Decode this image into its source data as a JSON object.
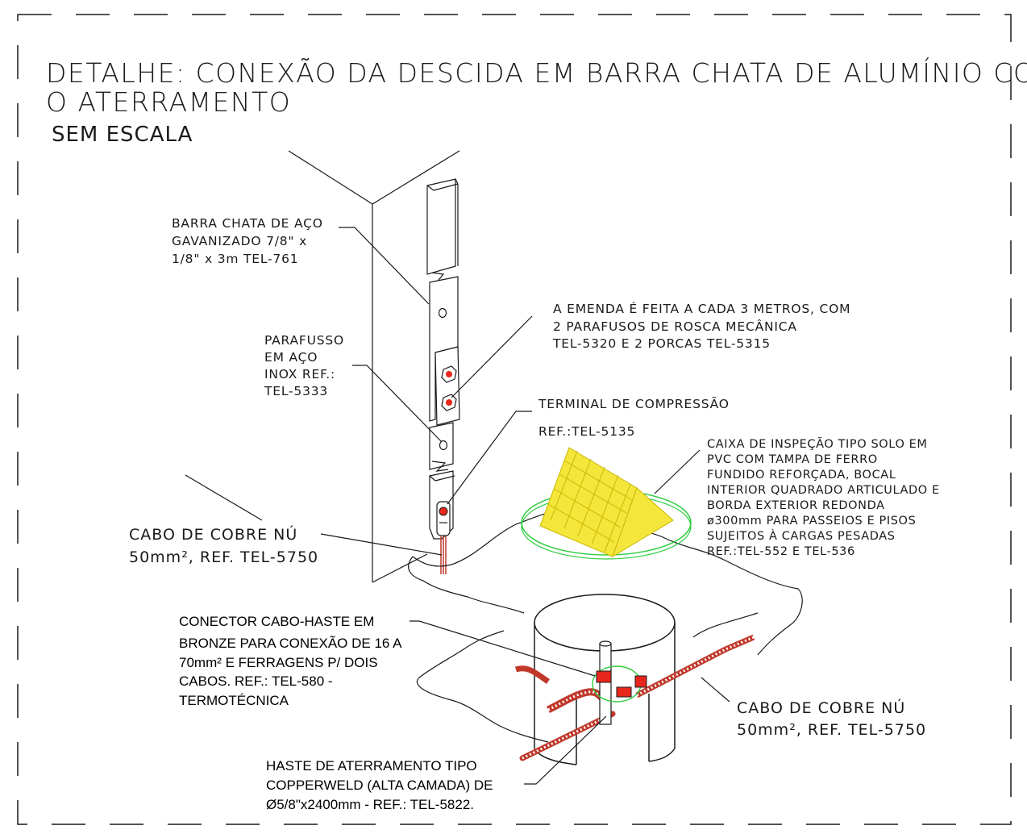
{
  "title": {
    "line1": "DETALHE: CONEXÃO DA DESCIDA EM BARRA CHATA DE ALUMÍNIO COM",
    "line2": "O ATERRAMENTO",
    "scale": "SEM ESCALA"
  },
  "labels": {
    "barra": [
      "BARRA CHATA DE AÇO",
      "GAVANIZADO 7/8\" x",
      "1/8\" x 3m TEL-761"
    ],
    "emenda": [
      "A EMENDA É FEITA A CADA 3 METROS, COM",
      "2 PARAFUSOS DE ROSCA MECÂNICA",
      "TEL-5320 E 2 PORCAS TEL-5315"
    ],
    "parafuso": [
      "PARAFUSSO",
      "EM AÇO",
      "INOX REF.:",
      "TEL-5333"
    ],
    "terminal": [
      "TERMINAL DE COMPRESSÃO",
      "REF.:TEL-5135"
    ],
    "caixa": [
      "CAIXA DE INSPEÇÃO TIPO SOLO EM",
      "PVC COM TAMPA DE FERRO",
      "FUNDIDO REFORÇADA, BOCAL",
      "INTERIOR QUADRADO ARTICULADO E",
      "BORDA EXTERIOR REDONDA",
      "ø300mm PARA PASSEIOS E PISOS",
      "SUJEITOS À CARGAS PESADAS",
      "REF.:TEL-552 E TEL-536"
    ],
    "cabo1": [
      "CABO DE COBRE NÚ",
      "50mm², REF. TEL-5750"
    ],
    "conector": [
      "CONECTOR CABO-HASTE EM",
      "BRONZE PARA CONEXÃO DE 16 A",
      "70mm² E FERRAGENS P/ DOIS",
      "CABOS.  REF.: TEL-580 -",
      "TERMOTÉCNICA"
    ],
    "cabo2": [
      "CABO DE COBRE NÚ",
      "50mm², REF. TEL-5750"
    ],
    "haste": [
      "HASTE DE ATERRAMENTO TIPO",
      "COPPERWELD (ALTA CAMADA) DE",
      "Ø5/8\"x2400mm - REF.: TEL-5822."
    ]
  },
  "colors": {
    "copper": "#c0392b",
    "bolt": "#e8261c",
    "grate": "#f5e63c",
    "box_ring": "#2ecc40",
    "ink": "#1a1a1a"
  }
}
